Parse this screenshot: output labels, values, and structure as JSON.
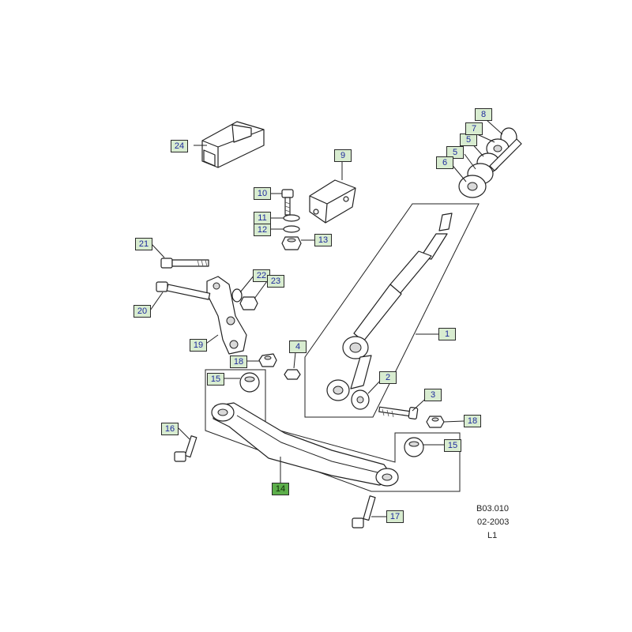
{
  "callouts": [
    {
      "num": "1",
      "selected": false
    },
    {
      "num": "2",
      "selected": false
    },
    {
      "num": "3",
      "selected": false
    },
    {
      "num": "4",
      "selected": false
    },
    {
      "num": "5",
      "selected": false
    },
    {
      "num": "5",
      "selected": false
    },
    {
      "num": "6",
      "selected": false
    },
    {
      "num": "7",
      "selected": false
    },
    {
      "num": "8",
      "selected": false
    },
    {
      "num": "9",
      "selected": false
    },
    {
      "num": "10",
      "selected": false
    },
    {
      "num": "11",
      "selected": false
    },
    {
      "num": "12",
      "selected": false
    },
    {
      "num": "13",
      "selected": false
    },
    {
      "num": "14",
      "selected": true
    },
    {
      "num": "15",
      "selected": false
    },
    {
      "num": "15",
      "selected": false
    },
    {
      "num": "16",
      "selected": false
    },
    {
      "num": "17",
      "selected": false
    },
    {
      "num": "18",
      "selected": false
    },
    {
      "num": "18",
      "selected": false
    },
    {
      "num": "19",
      "selected": false
    },
    {
      "num": "20",
      "selected": false
    },
    {
      "num": "21",
      "selected": false
    },
    {
      "num": "22",
      "selected": false
    },
    {
      "num": "23",
      "selected": false
    },
    {
      "num": "24",
      "selected": false
    }
  ],
  "reference": {
    "code": "B03.010",
    "date": "02-2003",
    "rev": "L1"
  },
  "colors": {
    "label_fill": "#d8ecd0",
    "label_selected_fill": "#5cae4a",
    "label_text": "#1d2a9c"
  }
}
